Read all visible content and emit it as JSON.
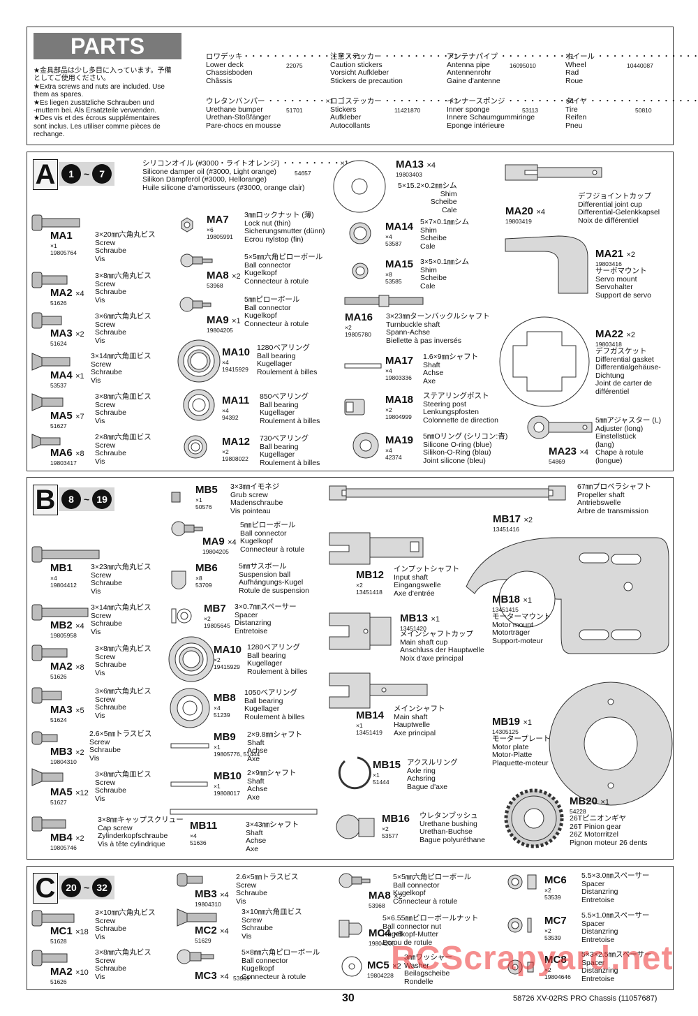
{
  "parts_title": "PARTS",
  "notes": "★金具部品は少し多目に入っています。予備\nとしてご使用ください。\n★Extra screws and nuts are included. Use\nthem as spares.\n★Es liegen zusätzliche Schrauben und\n-muttern bei. Als Ersatzteile verwenden.\n★Des vis et des écrous supplémentaires\nsont inclus. Les utiliser comme pièces de\nrechange.",
  "top_items": [
    {
      "text": "ロワデッキ・・・・・・・・・・・・・・・×1\nLower deck\nChassisboden\nChâssis",
      "code": "22075"
    },
    {
      "text": "注意ステッカー ・・・・・・・・・×1\nCaution stickers\nVorsicht Aufkleber\nStickers de precaution",
      "code": ""
    },
    {
      "text": "アンテナパイプ ・・・・・・・・・×1\nAntenna pipe\nAntennenrohr\nGaine d'antenne",
      "code": "16095010"
    },
    {
      "text": "ホイール ・・・・・・・・・・・・・・・×4\nWheel\nRad\nRoue",
      "code": "10440087"
    },
    {
      "text": "ウレタンバンパー ・・・・・・・・×1\nUrethane bumper\nUrethan-Stoßfänger\nPare-chocs en mousse",
      "code": "51701"
    },
    {
      "text": "ロゴステッカー ・・・・・・・・・×1\nStickers\nAufkleber\nAutocollants",
      "code": "11421870"
    },
    {
      "text": "インナースポンジ ・・・・・・・・×4\nInner sponge\nInnere Schaumgummiringe\nEponge intérieure",
      "code": "53113"
    },
    {
      "text": "タイヤ ・・・・・・・・・・・・・・・・・×4\nTire\nReifen\nPneu",
      "code": "50810"
    }
  ],
  "sections": {
    "A": {
      "letter": "A",
      "from": "1",
      "to": "7"
    },
    "B": {
      "letter": "B",
      "from": "8",
      "to": "19"
    },
    "C": {
      "letter": "C",
      "from": "20",
      "to": "32"
    },
    "tilde": "~"
  },
  "A": {
    "oil": {
      "text": "シリコンオイル (#3000・ライトオレンジ) ・・・・・・・・×1\nSilicone damper oil (#3000, Light orange)\nSilikon Dämpferöl (#3000, Hellorange)\nHuile silicone d'amortisseurs (#3000, orange clair)",
      "code": "54657"
    },
    "MA1": {
      "c": "MA1",
      "q": "",
      "q2": "×1",
      "n": "19805764",
      "t": "3×20㎜六角丸ビス\nScrew\nSchraube\nVis"
    },
    "MA2": {
      "c": "MA2",
      "q": "×4",
      "n": "51626",
      "t": "3×8㎜六角丸ビス\nScrew\nSchraube\nVis"
    },
    "MA3": {
      "c": "MA3",
      "q": "×2",
      "n": "51624",
      "t": "3×6㎜六角丸ビス\nScrew\nSchraube\nVis"
    },
    "MA4": {
      "c": "MA4",
      "q": "×1",
      "n": "53537",
      "t": "3×14㎜六角皿ビス\nScrew\nSchraube\nVis"
    },
    "MA5": {
      "c": "MA5",
      "q": "×7",
      "n": "51627",
      "t": "3×8㎜六角皿ビス\nScrew\nSchraube\nVis"
    },
    "MA6": {
      "c": "MA6",
      "q": "×8",
      "n": "19803417",
      "t": "2×8㎜六角皿ビス\nScrew\nSchraube\nVis"
    },
    "MA7": {
      "c": "MA7",
      "q2": "×6",
      "n": "19805991",
      "t": "3㎜ロックナット (薄)\nLock nut (thin)\nSicherungsmutter (dünn)\nEcrou nylstop (fin)"
    },
    "MA8": {
      "c": "MA8",
      "q": "×2",
      "n": "53968",
      "t": "5×5㎜六角ピローボール\nBall connector\nKugelkopf\nConnecteur à rotule"
    },
    "MA9": {
      "c": "MA9",
      "q": "×1",
      "n": "19804205",
      "t": "5㎜ピローボール\nBall connector\nKugelkopf\nConnecteur à rotule"
    },
    "MA10": {
      "c": "MA10",
      "q2": "×4",
      "n": "19415929",
      "t": "1280ベアリング\nBall bearing\nKugellager\nRoulement à billes"
    },
    "MA11": {
      "c": "MA11",
      "q2": "×4",
      "n": "94392",
      "t": "850ベアリング\nBall bearing\nKugellager\nRoulement à billes"
    },
    "MA12": {
      "c": "MA12",
      "q2": "×2",
      "n": "19808022",
      "t": "730ベアリング\nBall bearing\nKugellager\nRoulement à billes"
    },
    "MA13": {
      "c": "MA13",
      "q": "×4",
      "n": "19803403",
      "t": "5×15.2×0.2㎜シム\nShim\nScheibe\nCale"
    },
    "MA14": {
      "c": "MA14",
      "q2": "×4",
      "n": "53587",
      "t": "5×7×0.1㎜シム\nShim\nScheibe\nCale"
    },
    "MA15": {
      "c": "MA15",
      "q2": "×8",
      "n": "53585",
      "t": "3×5×0.1㎜シム\nShim\nScheibe\nCale"
    },
    "MA16": {
      "c": "MA16",
      "q2": "×2",
      "n": "19805780",
      "t": "3×23㎜ターンバックルシャフト\nTurnbuckle shaft\nSpann-Achse\nBiellette à pas inversés"
    },
    "MA17": {
      "c": "MA17",
      "q2": "×4",
      "n": "19803336",
      "t": "1.6×9㎜シャフト\nShaft\nAchse\nAxe"
    },
    "MA18": {
      "c": "MA18",
      "q2": "×2",
      "n": "19804999",
      "t": "ステアリングポスト\nSteering post\nLenkungspfosten\nColonnette de direction"
    },
    "MA19": {
      "c": "MA19",
      "q2": "×4",
      "n": "42374",
      "t": "5㎜Oリング (シリコン:青)\nSilicone O-ring (blue)\nSilikon-O-Ring (blau)\nJoint silicone (bleu)"
    },
    "MA20": {
      "c": "MA20",
      "q": "×4",
      "n": "19803419",
      "t": "デフジョイントカップ\nDifferential joint cup\nDifferential-Gelenkkapsel\nNoix de différentiel"
    },
    "MA21": {
      "c": "MA21",
      "q": "×2",
      "n": "19803416",
      "t": "サーボマウント\nServo mount\nServohalter\nSupport de servo"
    },
    "MA22": {
      "c": "MA22",
      "q": "×2",
      "n": "19803418",
      "t": "デフガスケット\nDifferential gasket\nDifferentialgehäuse-\nDichtung\nJoint de carter de\ndifférentiel"
    },
    "MA23": {
      "c": "MA23",
      "q": "×4",
      "n": "54869",
      "t": "5㎜アジャスター (L)\nAdjuster (long)\nEinstellstück\n(lang)\nChape à rotule\n(longue)"
    }
  },
  "B": {
    "MB1": {
      "c": "MB1",
      "q2": "×4",
      "n": "19804412",
      "t": "3×23㎜六角丸ビス\nScrew\nSchraube\nVis"
    },
    "MB2": {
      "c": "MB2",
      "q": "×4",
      "n": "19805958",
      "t": "3×14㎜六角丸ビス\nScrew\nSchraube\nVis"
    },
    "MA2": {
      "c": "MA2",
      "q": "×8",
      "n": "51626",
      "t": "3×8㎜六角丸ビス\nScrew\nSchraube\nVis"
    },
    "MA3": {
      "c": "MA3",
      "q": "×5",
      "n": "51624",
      "t": "3×6㎜六角丸ビス\nScrew\nSchraube\nVis"
    },
    "MB3": {
      "c": "MB3",
      "q": "×2",
      "n": "19804310",
      "t": "2.6×5㎜トラスビス\nScrew\nSchraube\nVis"
    },
    "MA5": {
      "c": "MA5",
      "q": "×12",
      "n": "51627",
      "t": "3×8㎜六角皿ビス\nScrew\nSchraube\nVis"
    },
    "MB4": {
      "c": "MB4",
      "q": "×2",
      "n": "19805746",
      "t": "3×8㎜キャップスクリュー\nCap screw\nZylinderkopfschraube\nVis à tête cylindrique"
    },
    "MB5": {
      "c": "MB5",
      "q2": "×1",
      "n": "50576",
      "t": "3×3㎜イモネジ\nGrub screw\nMadenschraube\nVis pointeau"
    },
    "MA9": {
      "c": "MA9",
      "q": "×4",
      "n": "19804205",
      "t": "5㎜ピローボール\nBall connector\nKugelkopf\nConnecteur à rotule"
    },
    "MB6": {
      "c": "MB6",
      "q2": "×8",
      "n": "53709",
      "t": "5㎜サスボール\nSuspension ball\nAufhängungs-Kugel\nRotule de suspension"
    },
    "MB7": {
      "c": "MB7",
      "q2": "×2",
      "n": "19805645",
      "t": "3×0.7㎜スペーサー\nSpacer\nDistanzring\nEntretoise"
    },
    "MA10": {
      "c": "MA10",
      "q2": "×2",
      "n": "19415929",
      "t": "1280ベアリング\nBall bearing\nKugellager\nRoulement à billes"
    },
    "MB8": {
      "c": "MB8",
      "q2": "×4",
      "n": "51239",
      "t": "1050ベアリング\nBall bearing\nKugellager\nRoulement à billes"
    },
    "MB9": {
      "c": "MB9",
      "q2": "×1",
      "n": "19805776, 51444",
      "t": "2×9.8㎜シャフト\nShaft\nAchse\nAxe"
    },
    "MB10": {
      "c": "MB10",
      "q2": "×1",
      "n": "19808017",
      "t": "2×9㎜シャフト\nShaft\nAchse\nAxe"
    },
    "MB11": {
      "c": "MB11",
      "q2": "×4",
      "n": "51636",
      "t": "3×43㎜シャフト\nShaft\nAchse\nAxe"
    },
    "MB12": {
      "c": "MB12",
      "q2": "×2",
      "n": "13451418",
      "t": "インプットシャフト\nInput shaft\nEingangswelle\nAxe d'entrée"
    },
    "MB13": {
      "c": "MB13",
      "q": "×1",
      "n": "13451420",
      "t": "メインシャフトカップ\nMain shaft cup\nAnschluss der Hauptwelle\nNoix d'axe principal"
    },
    "MB14": {
      "c": "MB14",
      "q2": "×1",
      "n": "13451419",
      "t": "メインシャフト\nMain shaft\nHauptwelle\nAxe principal"
    },
    "MB15": {
      "c": "MB15",
      "q2": "×1",
      "n": "51444",
      "t": "アクスルリング\nAxle ring\nAchsring\nBague d'axe"
    },
    "MB16": {
      "c": "MB16",
      "q2": "×2",
      "n": "53577",
      "t": "ウレタンブッシュ\nUrethane bushing\nUrethan-Buchse\nBague polyuréthane"
    },
    "MB17": {
      "c": "MB17",
      "q": "×2",
      "n": "13451416",
      "t": "67㎜プロペラシャフト\nPropeller shaft\nAntriebswelle\nArbre de transmission"
    },
    "MB18": {
      "c": "MB18",
      "q": "×1",
      "n": "13451415",
      "t": "モーターマウント\nMotor mount\nMotorträger\nSupport-moteur"
    },
    "MB19": {
      "c": "MB19",
      "q": "×1",
      "n": "14305125",
      "t": "モータープレート\nMotor plate\nMotor-Platte\nPlaquette-moteur"
    },
    "MB20": {
      "c": "MB20",
      "q": "×1",
      "n": "54228",
      "t": "26Tピニオンギヤ\n26T Pinion gear\n26Z Motorritzel\nPignon moteur 26 dents"
    }
  },
  "C": {
    "MC1": {
      "c": "MC1",
      "q": "×18",
      "n": "51628",
      "t": "3×10㎜六角丸ビス\nScrew\nSchraube\nVis"
    },
    "MA2": {
      "c": "MA2",
      "q": "×10",
      "n": "51626",
      "t": "3×8㎜六角丸ビス\nScrew\nSchraube\nVis"
    },
    "MB3": {
      "c": "MB3",
      "q": "×4",
      "n": "19804310",
      "t": "2.6×5㎜トラスビス\nScrew\nSchraube\nVis"
    },
    "MC2": {
      "c": "MC2",
      "q": "×4",
      "n": "51629",
      "t": "3×10㎜六角皿ビス\nScrew\nSchraube\nVis"
    },
    "MC3": {
      "c": "MC3",
      "q": "×4",
      "n": "53969",
      "t": "5×8㎜六角ピローボール\nBall connector\nKugelkopf\nConnecteur à rotule"
    },
    "MA8": {
      "c": "MA8",
      "q": "×2",
      "n": "53968",
      "t": "5×5㎜六角ピローボール\nBall connector\nKugelkopf\nConnecteur à rotule"
    },
    "MC4": {
      "c": "MC4",
      "q": "×8",
      "n": "19804206",
      "t": "5×6.55㎜ピローボールナット\nBall connector nut\nKugelkopf-Mutter\nEcrou de rotule"
    },
    "MC5": {
      "c": "MC5",
      "q": "×2",
      "n": "19804228",
      "t": "3㎜ワッシャー\nWasher\nBeilagscheibe\nRondelle"
    },
    "MC6": {
      "c": "MC6",
      "q2": "×2",
      "n": "53539",
      "t": "5.5×3.0㎜スペーサー\nSpacer\nDistanzring\nEntretoise"
    },
    "MC7": {
      "c": "MC7",
      "q2": "×2",
      "n": "53539",
      "t": "5.5×1.0㎜スペーサー\nSpacer\nDistanzring\nEntretoise"
    },
    "MC8": {
      "c": "MC8",
      "q2": "×2",
      "n": "19804646",
      "t": "5×3×2.5㎜スペーサー\nSpacer\nDistanzring\nEntretoise"
    }
  },
  "footer": {
    "page": "30",
    "model": "58726 XV-02RS PRO Chassis (11057687)"
  },
  "watermark": "RCScrapyard.net"
}
